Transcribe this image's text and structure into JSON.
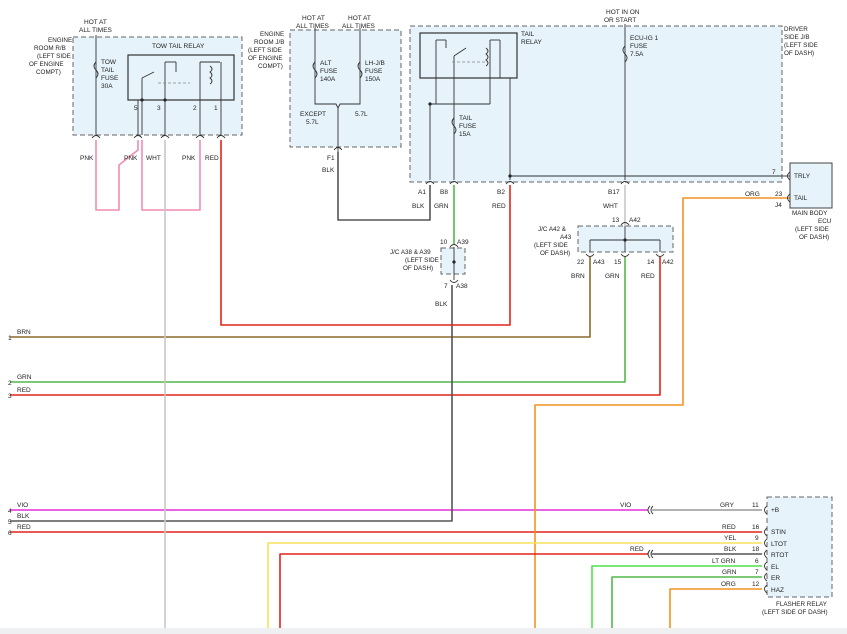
{
  "components": {
    "engine_room_rb": {
      "label": [
        "ENGINE",
        "ROOM R/B",
        "(LEFT SIDE",
        "OF ENGINE",
        "COMPT)"
      ],
      "power": [
        "HOT AT",
        "ALL TIMES"
      ]
    },
    "tow_tail_relay": {
      "label": "TOW TAIL RELAY",
      "pins": [
        "5",
        "3",
        "2",
        "1"
      ]
    },
    "tow_tail_fuse": {
      "label": [
        "TOW",
        "TAIL",
        "FUSE",
        "30A"
      ]
    },
    "engine_room_jb": {
      "label": [
        "ENGINE",
        "ROOM J/B",
        "(LEFT SIDE",
        "OF ENGINE",
        "COMPT)"
      ],
      "power1": [
        "HOT AT",
        "ALL TIMES"
      ],
      "power2": [
        "HOT AT",
        "ALL TIMES"
      ],
      "alt_fuse": [
        "ALT",
        "FUSE",
        "140A"
      ],
      "lhjb_fuse": [
        "LH-J/B",
        "FUSE",
        "150A"
      ],
      "except": [
        "EXCEPT",
        "5.7L"
      ],
      "v57": "5.7L",
      "pin": "F1"
    },
    "driver_side_jb": {
      "label": [
        "DRIVER",
        "SIDE J/B",
        "(LEFT SIDE",
        "OF DASH)"
      ],
      "power": [
        "HOT IN ON",
        "OR START"
      ],
      "tail_relay": [
        "TAIL",
        "RELAY"
      ],
      "tail_fuse": [
        "TAIL",
        "FUSE",
        "15A"
      ],
      "ecu_fuse": [
        "ECU-IG 1",
        "FUSE",
        "7.5A"
      ],
      "pins": {
        "a1": "A1",
        "b8": "B8",
        "b2": "B2",
        "b17": "B17",
        "p7": "7"
      }
    },
    "main_body_ecu": {
      "label": [
        "MAIN BODY",
        "ECU",
        "(LEFT SIDE",
        "OF DASH)"
      ],
      "trly": "TRLY",
      "tail": "TAIL",
      "pin23": "23",
      "pin_j4": "J4"
    },
    "jc_a38_a39": {
      "label": [
        "J/C A38 & A39",
        "(LEFT SIDE",
        "OF DASH)"
      ],
      "pin10": "10",
      "conn_a39": "A39",
      "pin7": "7",
      "conn_a38": "A38"
    },
    "jc_a42_a43": {
      "label": [
        "J/C A42 &",
        "A43",
        "(LEFT SIDE",
        "OF DASH)"
      ],
      "pin13": "13",
      "conn_a42_top": "A42",
      "pin22": "22",
      "conn_a43": "A43",
      "pin15": "15",
      "pin14": "14",
      "conn_a42": "A42"
    },
    "flasher_relay": {
      "label": [
        "FLASHER RELAY",
        "(LEFT SIDE OF DASH)"
      ],
      "pins": [
        {
          "num": "11",
          "name": "+B",
          "wire": "GRY"
        },
        {
          "num": "16",
          "name": "STIN",
          "wire": "RED"
        },
        {
          "num": "9",
          "name": "LTOT",
          "wire": "YEL"
        },
        {
          "num": "18",
          "name": "RTOT",
          "wire": "BLK"
        },
        {
          "num": "6",
          "name": "EL",
          "wire": "LT GRN"
        },
        {
          "num": "7",
          "name": "ER",
          "wire": "GRN"
        },
        {
          "num": "12",
          "name": "HAZ",
          "wire": "ORG"
        }
      ],
      "red_in": "RED",
      "vio_in": "VIO"
    },
    "wire_labels": {
      "pnk1": "PNK",
      "pnk2": "PNK",
      "wht": "WHT",
      "pnk3": "PNK",
      "red1": "RED",
      "blk_f1": "BLK",
      "blk_a1": "BLK",
      "grn_b8": "GRN",
      "red_b2": "RED",
      "wht_b17": "WHT",
      "org_ecu": "ORG",
      "blk_a38": "BLK",
      "brn": "BRN",
      "grn": "GRN",
      "red": "RED"
    }
  },
  "harness": [
    {
      "num": "1",
      "wire": "BRN"
    },
    {
      "num": "2",
      "wire": "GRN"
    },
    {
      "num": "3",
      "wire": "RED"
    },
    {
      "num": "4",
      "wire": "VIO"
    },
    {
      "num": "5",
      "wire": "BLK"
    },
    {
      "num": "6",
      "wire": "RED"
    }
  ],
  "colors": {
    "pnk": "#f28cb4",
    "red": "#e3241b",
    "grn": "#52b948",
    "brn": "#8a6a2a",
    "blk": "#555555",
    "vio": "#e22fd9",
    "org": "#f39221",
    "yel": "#f5e25b",
    "ltgrn": "#4fe04a",
    "wht": "#c8c8c8",
    "gry": "#999999",
    "box_fill": "#e6f3fb"
  }
}
